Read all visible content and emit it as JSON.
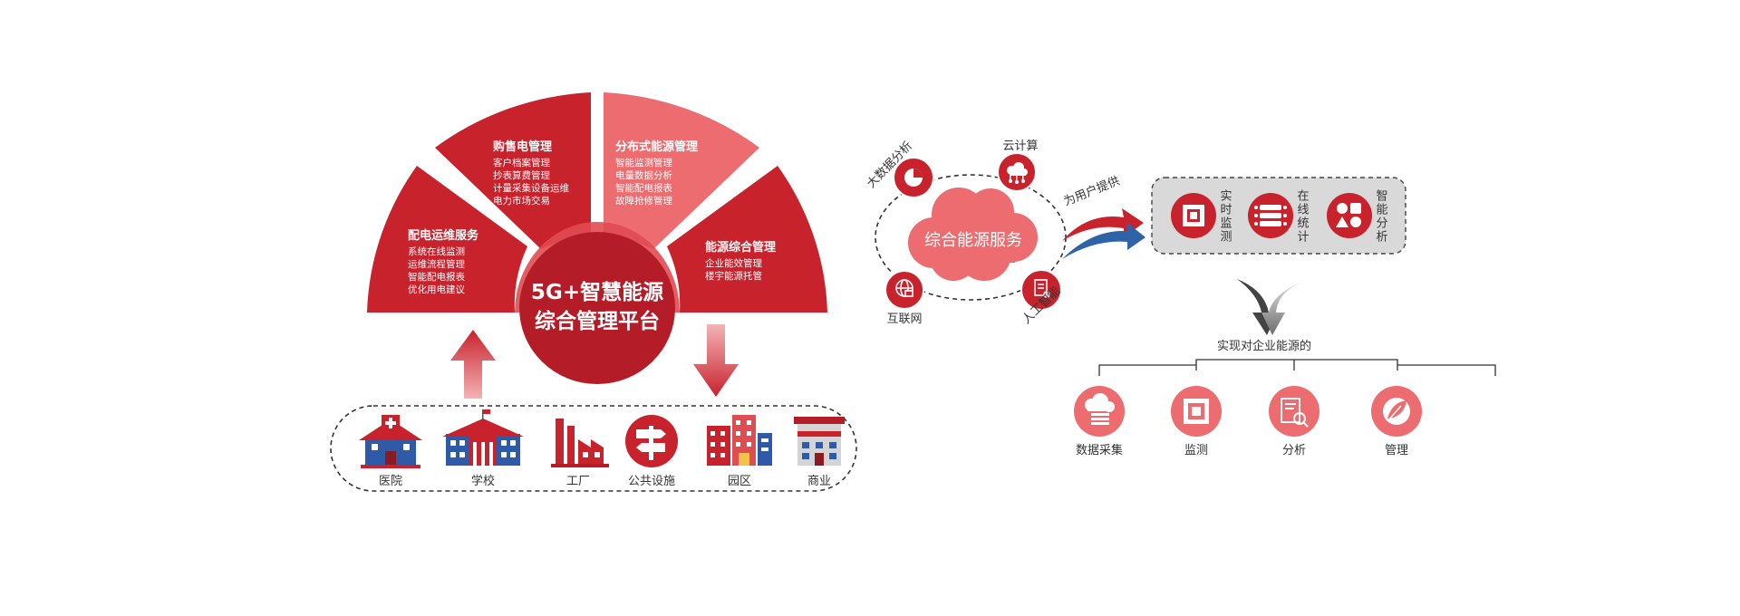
{
  "colors": {
    "red_dark": "#b41d28",
    "red": "#c8222d",
    "red_light": "#ec6c70",
    "gray_panel": "#d9d9d9",
    "blue_arrow": "#2e63a8"
  },
  "fan": {
    "center": [
      "5G+智慧能源",
      "综合管理平台"
    ],
    "segments": [
      {
        "title": "配电运维服务",
        "items": [
          "系统在线监测",
          "运维流程管理",
          "智能配电报表",
          "优化用电建议"
        ]
      },
      {
        "title": "购售电管理",
        "items": [
          "客户档案管理",
          "抄表算费管理",
          "计量采集设备运维",
          "电力市场交易"
        ]
      },
      {
        "title": "分布式能源管理",
        "items": [
          "智能监测管理",
          "电量数据分析",
          "智能配电报表",
          "故障抢修管理"
        ]
      },
      {
        "title": "能源综合管理",
        "items": [
          "企业能效管理",
          "楼宇能源托管"
        ]
      }
    ]
  },
  "facilities": [
    {
      "label": "医院",
      "icon": "hospital-icon"
    },
    {
      "label": "学校",
      "icon": "school-icon"
    },
    {
      "label": "工厂",
      "icon": "factory-icon"
    },
    {
      "label": "公共设施",
      "icon": "signpost-icon"
    },
    {
      "label": "园区",
      "icon": "park-buildings-icon"
    },
    {
      "label": "商业",
      "icon": "commercial-building-icon"
    }
  ],
  "cloud": {
    "title": "综合能源服务",
    "satellites": [
      {
        "label": "大数据分析",
        "icon": "pie-chart-icon"
      },
      {
        "label": "云计算",
        "icon": "cloud-network-icon"
      },
      {
        "label": "互联网",
        "icon": "globe-icon"
      },
      {
        "label": "人工智能",
        "icon": "ai-document-icon"
      }
    ]
  },
  "provide_label": "为用户提供",
  "services": [
    {
      "label": "实时监测",
      "icon": "chip-icon"
    },
    {
      "label": "在线统计",
      "icon": "database-icon"
    },
    {
      "label": "智能分析",
      "icon": "shapes-icon"
    }
  ],
  "achieve_label": "实现对企业能源的",
  "outcomes": [
    {
      "label": "数据采集",
      "icon": "cloud-server-icon"
    },
    {
      "label": "监测",
      "icon": "chip-icon"
    },
    {
      "label": "分析",
      "icon": "report-search-icon"
    },
    {
      "label": "管理",
      "icon": "leaf-icon"
    }
  ]
}
